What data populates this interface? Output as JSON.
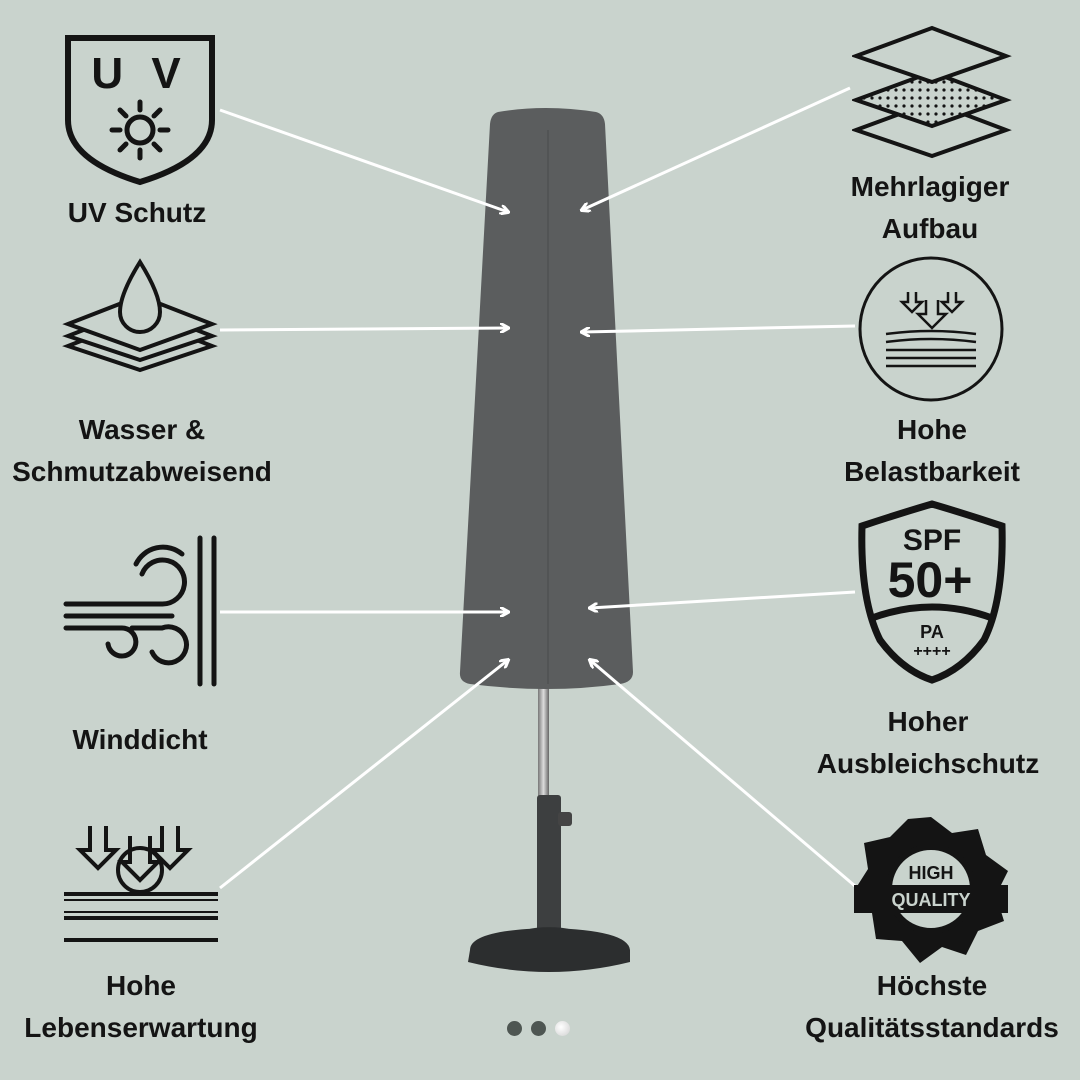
{
  "features_left": [
    {
      "lines": [
        "UV Schutz"
      ],
      "icon": "uv-shield-icon",
      "icon_text": "U V"
    },
    {
      "lines": [
        "Wasser &",
        "Schmutzabweisend"
      ],
      "icon": "water-drop-layers-icon"
    },
    {
      "lines": [
        "Winddicht"
      ],
      "icon": "wind-icon"
    },
    {
      "lines": [
        "Hohe",
        "Lebenserwartung"
      ],
      "icon": "pressure-layers-icon"
    }
  ],
  "features_right": [
    {
      "lines": [
        "Mehrlagiger",
        "Aufbau"
      ],
      "icon": "layers-icon"
    },
    {
      "lines": [
        "Hohe",
        "Belastbarkeit"
      ],
      "icon": "load-circle-icon"
    },
    {
      "lines": [
        "Hoher",
        "Ausbleichschutz"
      ],
      "icon": "spf-shield-icon",
      "icon_text": {
        "top": "SPF",
        "big": "50+",
        "pa": "PA",
        "plus": "++++"
      }
    },
    {
      "lines": [
        "Höchste",
        "Qualitätsstandards"
      ],
      "icon": "quality-badge-icon",
      "icon_text": {
        "top": "HIGH",
        "bottom": "QUALITY"
      }
    }
  ],
  "carousel": {
    "count": 3,
    "active": 3
  },
  "colors": {
    "background": "#c9d3cd",
    "cover": "#5b5d5e",
    "arrow": "#ffffff",
    "ink": "#141414"
  }
}
